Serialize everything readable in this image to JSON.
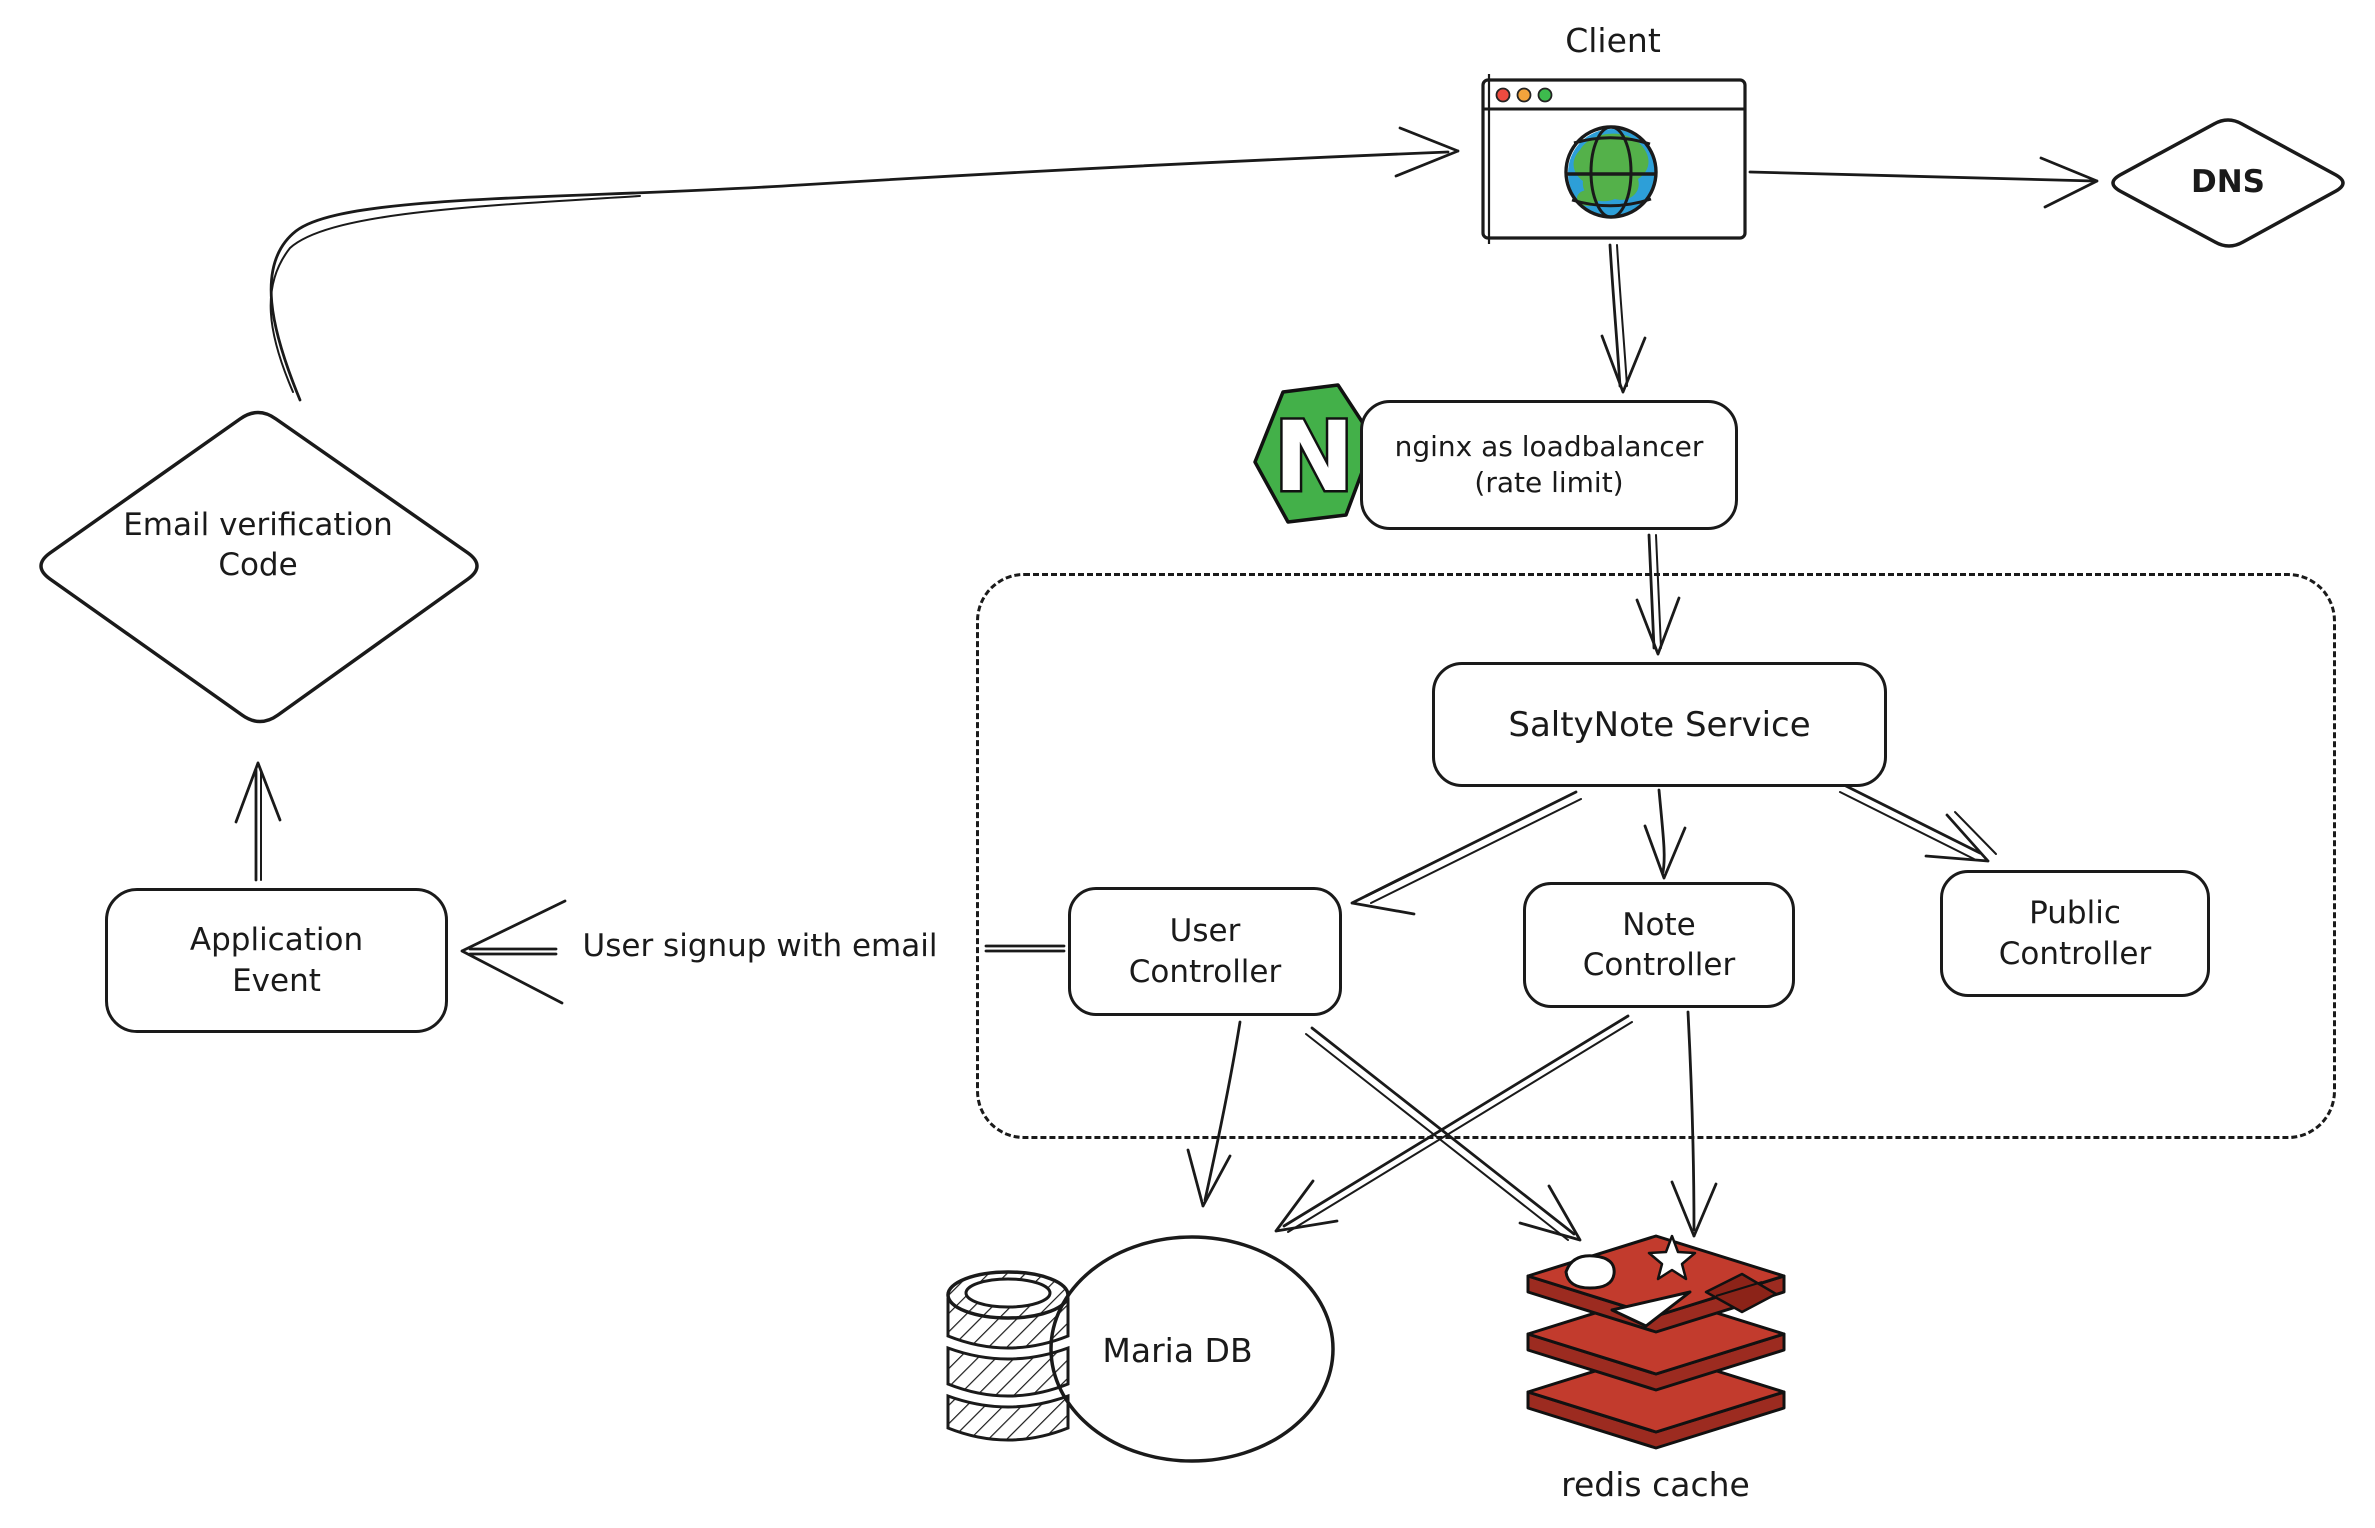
{
  "diagram": {
    "client": {
      "label": "Client"
    },
    "dns": {
      "label": "DNS"
    },
    "nginx": {
      "line1": "nginx as loadbalancer",
      "line2": "(rate limit)",
      "logo_letter": "N"
    },
    "saltynote": {
      "label": "SaltyNote Service"
    },
    "user_controller": {
      "line1": "User",
      "line2": "Controller"
    },
    "note_controller": {
      "line1": "Note",
      "line2": "Controller"
    },
    "public_controller": {
      "line1": "Public",
      "line2": "Controller"
    },
    "email_verification": {
      "line1": "Email",
      "line2": "verification",
      "line3": "Code"
    },
    "application_event": {
      "line1": "Application",
      "line2": "Event"
    },
    "mariadb": {
      "label": "Maria DB"
    },
    "redis": {
      "label": "redis cache"
    },
    "signup_edge_label": "User signup with email"
  },
  "colors": {
    "stroke": "#1a1a1a",
    "nginx_green": "#43b049",
    "globe_blue": "#2d9fd8",
    "globe_green": "#54b14a",
    "dot_red": "#ee4b40",
    "dot_yellow": "#f2a33c",
    "dot_green": "#3dbb4d",
    "redis_red": "#c23b2d",
    "redis_side": "#9c2b20",
    "redis_dark_shape": "#8c2318"
  }
}
